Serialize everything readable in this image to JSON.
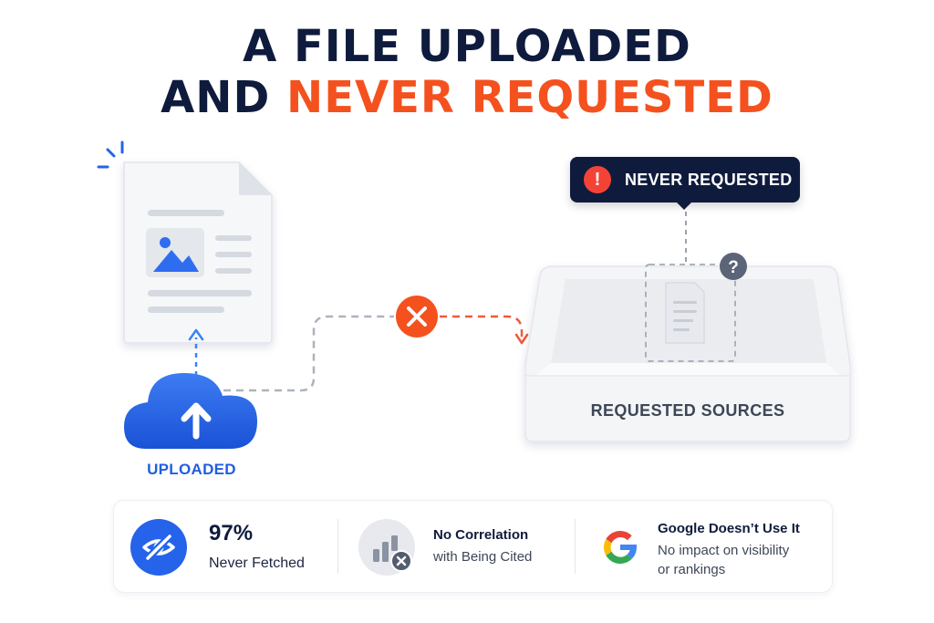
{
  "title": {
    "line1": "A FILE UPLOADED",
    "line2_part1": "AND ",
    "line2_part2": "NEVER REQUESTED"
  },
  "colors": {
    "navy": "#0f1b3d",
    "accent": "#f4511e",
    "blue": "#1f5fe0",
    "red": "#f44336"
  },
  "diagram": {
    "uploaded_label": "UPLOADED",
    "tooltip_text": "NEVER REQUESTED",
    "tooltip_icon": "exclamation-icon",
    "tray_label": "REQUESTED SOURCES",
    "blocked_icon": "x-circle-icon",
    "unknown_icon": "question-icon"
  },
  "stats": [
    {
      "icon": "eye-slash-icon",
      "value": "97%",
      "label": "Never Fetched"
    },
    {
      "icon": "bar-chart-x-icon",
      "title": "No Correlation",
      "desc": "with Being Cited"
    },
    {
      "icon": "google-icon",
      "title": "Google Doesn’t Use It",
      "desc1": "No impact on visibility",
      "desc2": "or rankings"
    }
  ]
}
